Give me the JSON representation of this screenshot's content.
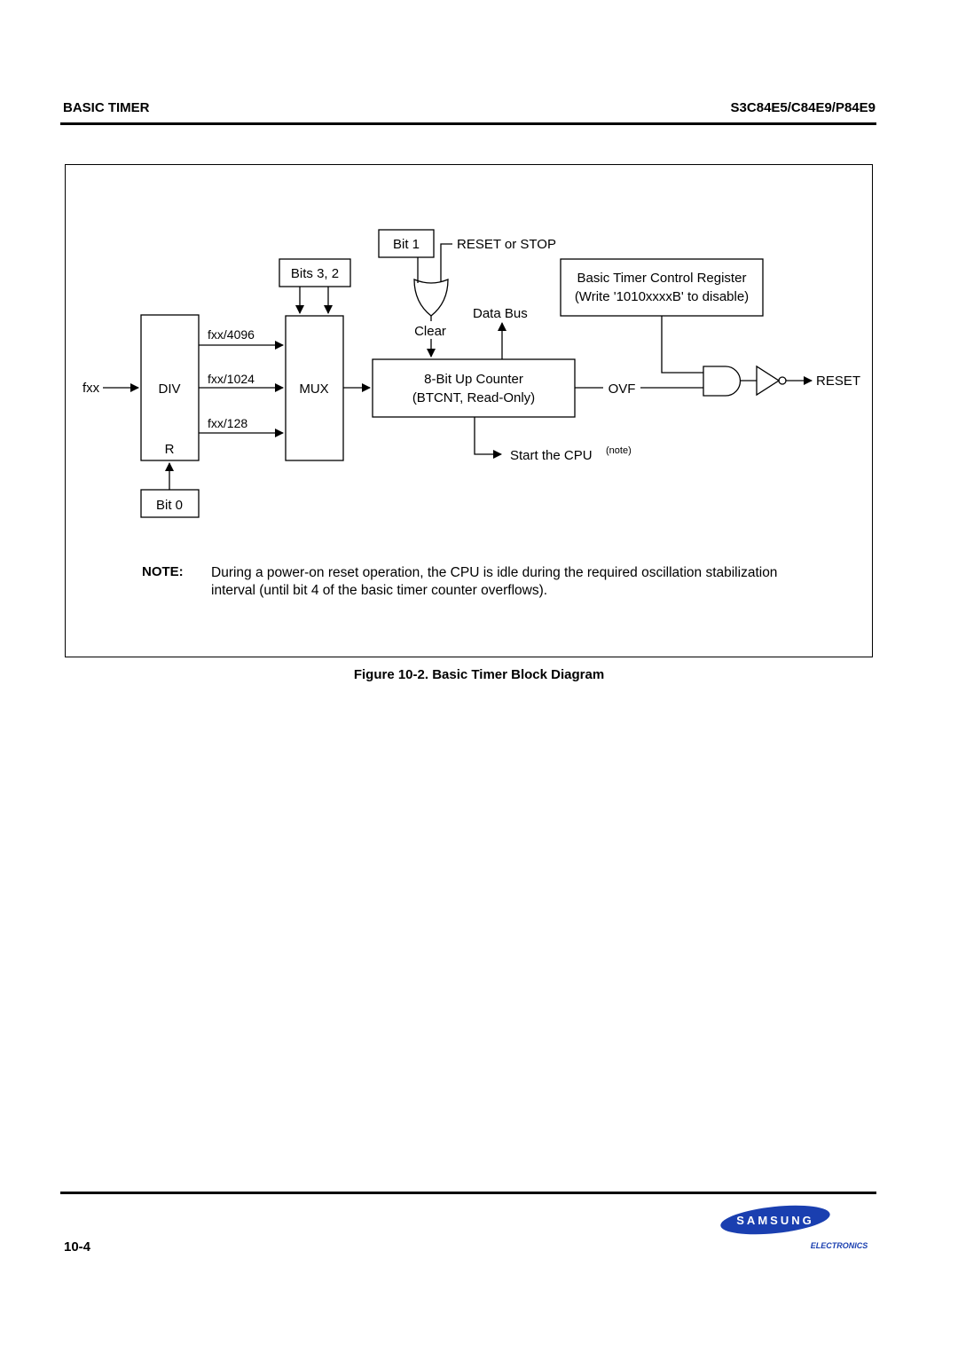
{
  "header": {
    "section": "BASIC TIMER",
    "model": "S3C84E5/C84E9/P84E9"
  },
  "diagram": {
    "bit1": "Bit 1",
    "reset_or_stop": "RESET or STOP",
    "bits32": "Bits 3, 2",
    "btcon_line1": "Basic Timer Control Register",
    "btcon_line2": "(Write '1010xxxxB' to disable)",
    "data_bus": "Data Bus",
    "clear": "Clear",
    "fxx": "fxx",
    "div": "DIV",
    "r": "R",
    "fxx4096": "fxx/4096",
    "fxx1024": "fxx/1024",
    "fxx128": "fxx/128",
    "mux": "MUX",
    "counter_line1": "8-Bit Up Counter",
    "counter_line2": "(BTCNT, Read-Only)",
    "ovf": "OVF",
    "reset_out": "RESET",
    "start_cpu": "Start the CPU",
    "note_sup": "(note)",
    "bit0": "Bit 0"
  },
  "note": {
    "label": "NOTE:",
    "text": "During a power-on reset operation, the CPU is idle during the required oscillation stabilization interval (until bit 4 of the basic timer counter overflows)."
  },
  "figure_caption": "Figure 10-2. Basic Timer Block Diagram",
  "footer": {
    "page": "10-4",
    "logo_brand": "SAMSUNG",
    "logo_sub": "ELECTRONICS",
    "logo_color": "#1a3fb0"
  }
}
